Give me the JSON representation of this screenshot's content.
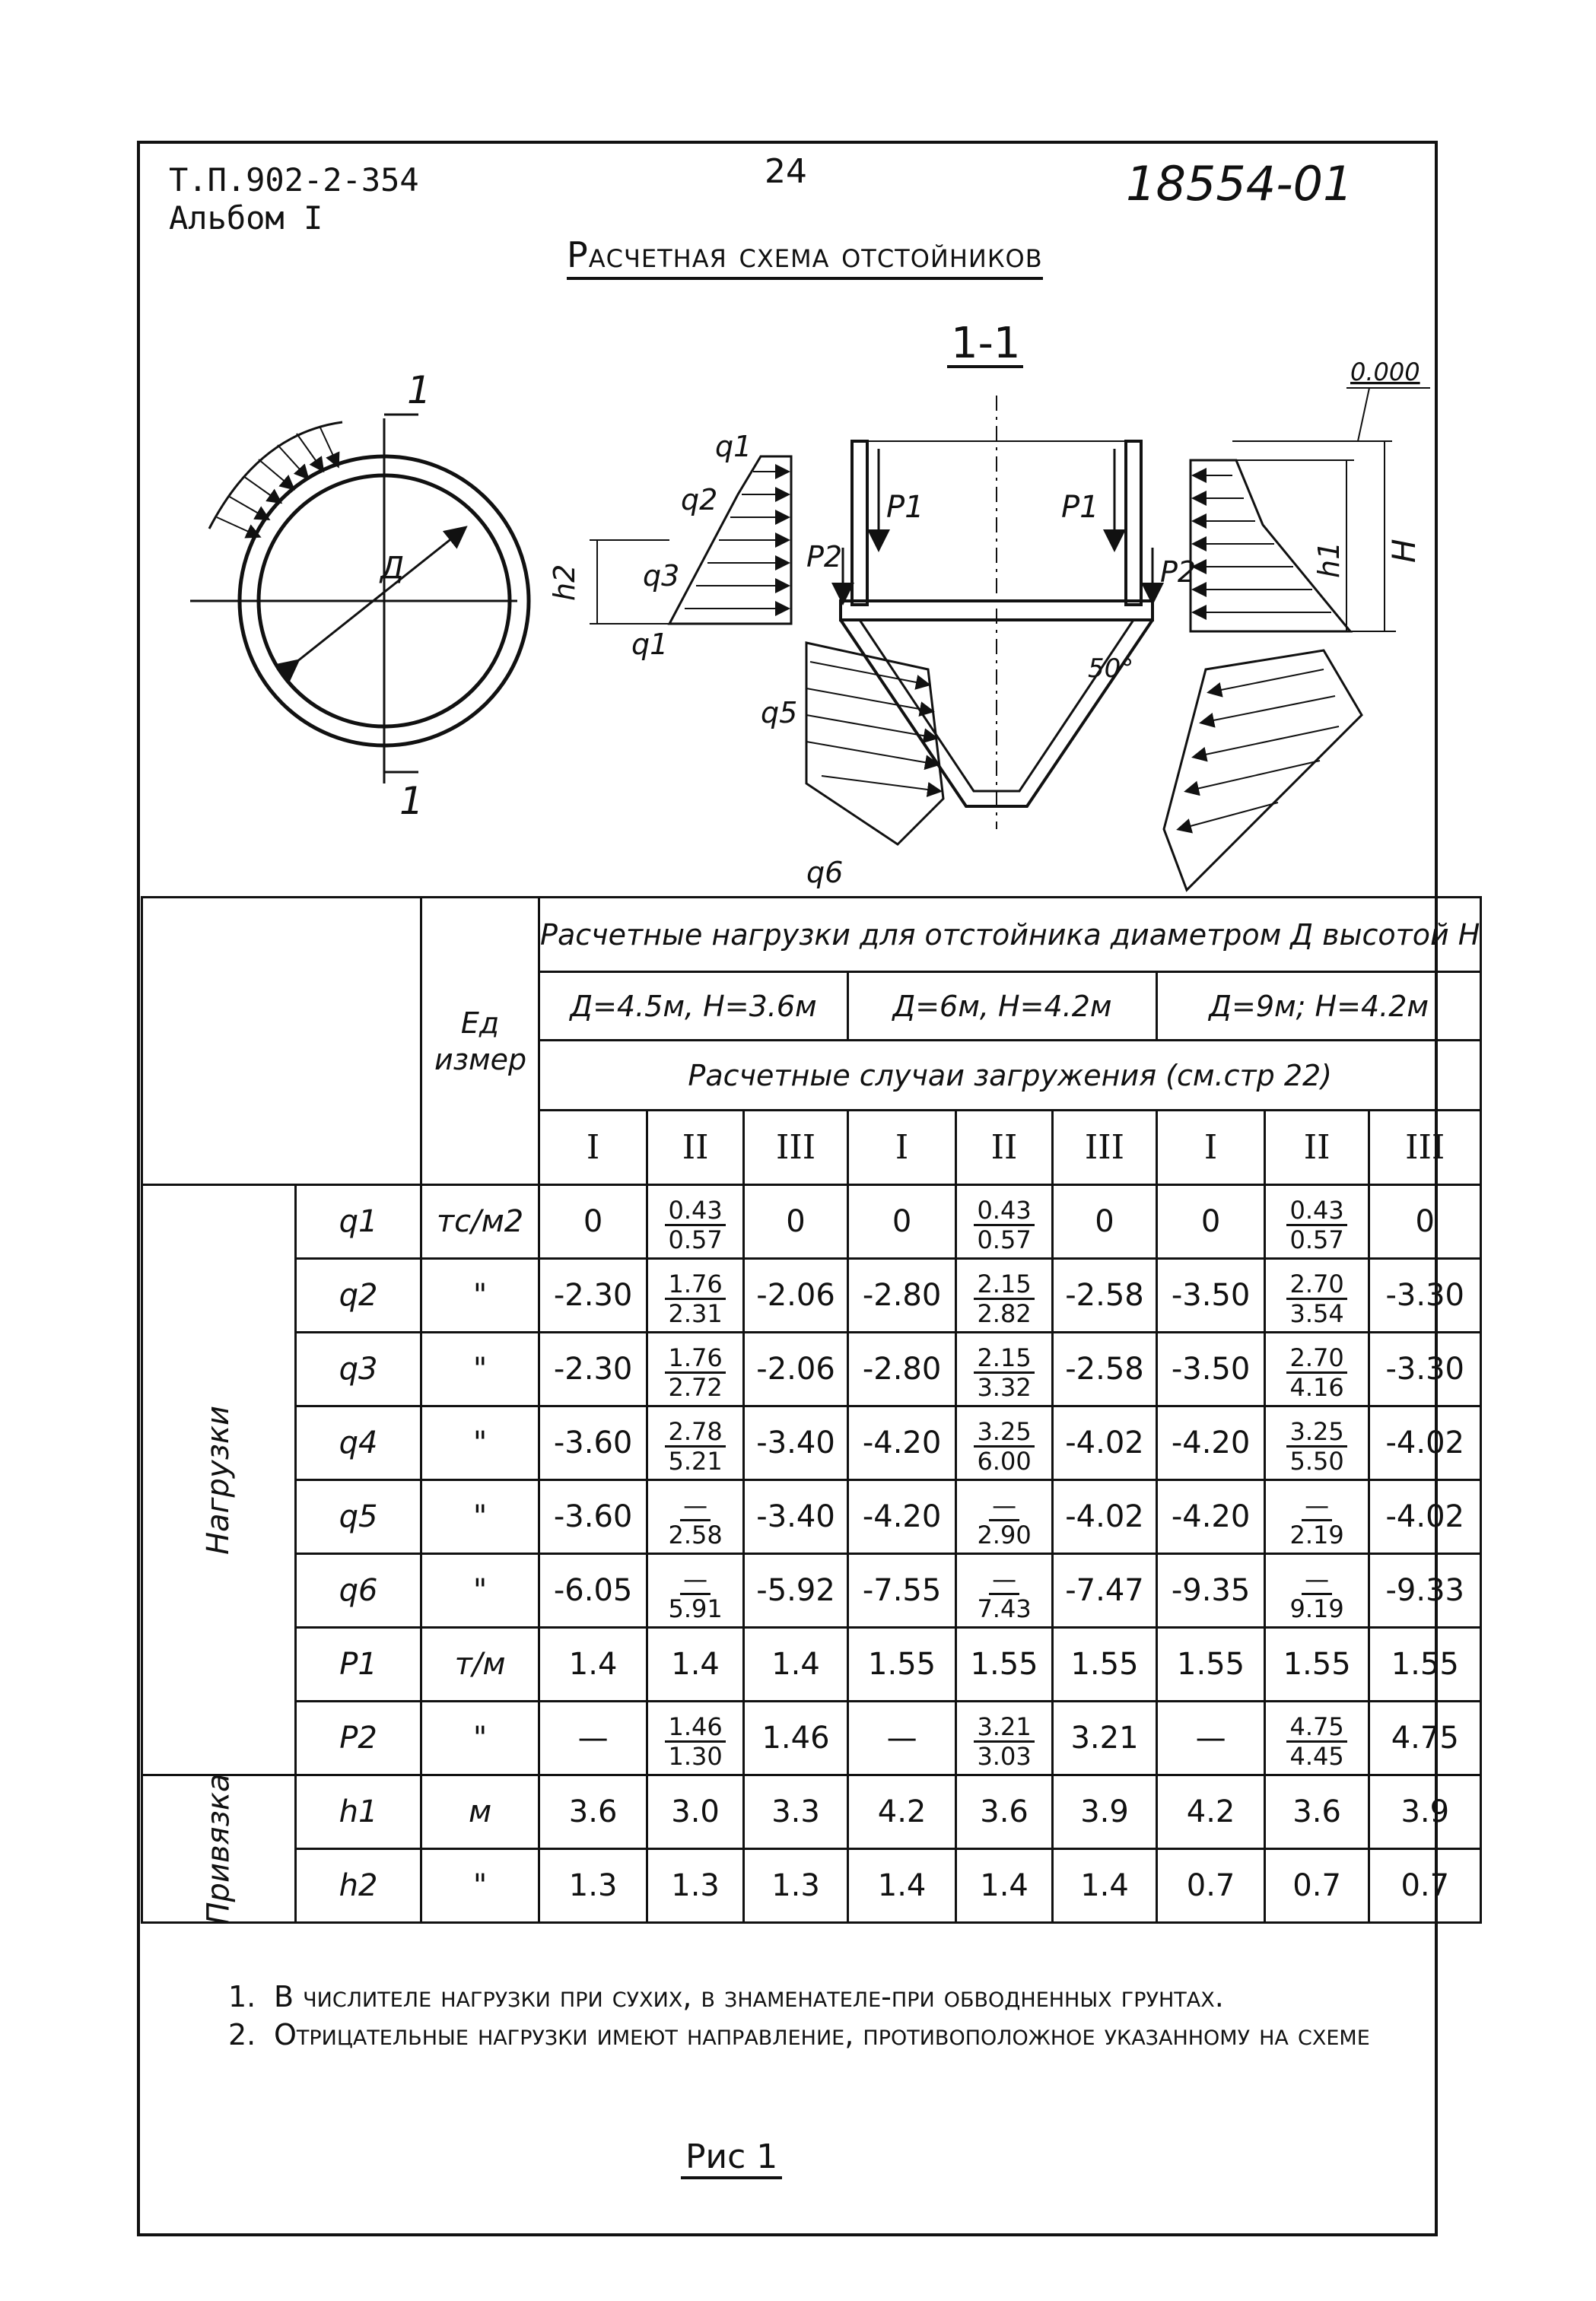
{
  "header": {
    "doc_code": "Т.П.902-2-354",
    "album": "Альбом I",
    "page_number": "24",
    "inventory_number": "18554-01"
  },
  "title": "Расчетная схема отстойников",
  "diagram": {
    "section_label": "1-1",
    "section_mark": "1",
    "diameter_label": "Д",
    "level_label": "0.000",
    "angle_label": "50°",
    "labels": {
      "q1": "q1",
      "q2": "q2",
      "q3": "q3",
      "q5": "q5",
      "q6": "q6",
      "p1": "P1",
      "p2": "P2",
      "h1": "h1",
      "h2": "h2",
      "H": "H"
    }
  },
  "table": {
    "unit_header": "Ед измер",
    "loads_header": "Расчетные нагрузки для отстойника диаметром Д высотой Н",
    "variants": [
      "Д=4.5м, Н=3.6м",
      "Д=6м, Н=4.2м",
      "Д=9м; Н=4.2м"
    ],
    "cases_header": "Расчетные случаи загружения (см.стр 22)",
    "cases": [
      "I",
      "II",
      "III",
      "I",
      "II",
      "III",
      "I",
      "II",
      "III"
    ],
    "group_loads": "Нагрузки",
    "group_binding": "Привязка",
    "rows": [
      {
        "label": "q1",
        "unit": "тс/м2",
        "values": [
          "0",
          {
            "num": "0.43",
            "den": "0.57"
          },
          "0",
          "0",
          {
            "num": "0.43",
            "den": "0.57"
          },
          "0",
          "0",
          {
            "num": "0.43",
            "den": "0.57"
          },
          "0"
        ]
      },
      {
        "label": "q2",
        "unit": "\"",
        "values": [
          "-2.30",
          {
            "num": "1.76",
            "den": "2.31"
          },
          "-2.06",
          "-2.80",
          {
            "num": "2.15",
            "den": "2.82"
          },
          "-2.58",
          "-3.50",
          {
            "num": "2.70",
            "den": "3.54"
          },
          "-3.30"
        ]
      },
      {
        "label": "q3",
        "unit": "\"",
        "values": [
          "-2.30",
          {
            "num": "1.76",
            "den": "2.72"
          },
          "-2.06",
          "-2.80",
          {
            "num": "2.15",
            "den": "3.32"
          },
          "-2.58",
          "-3.50",
          {
            "num": "2.70",
            "den": "4.16"
          },
          "-3.30"
        ]
      },
      {
        "label": "q4",
        "unit": "\"",
        "values": [
          "-3.60",
          {
            "num": "2.78",
            "den": "5.21"
          },
          "-3.40",
          "-4.20",
          {
            "num": "3.25",
            "den": "6.00"
          },
          "-4.02",
          "-4.20",
          {
            "num": "3.25",
            "den": "5.50"
          },
          "-4.02"
        ]
      },
      {
        "label": "q5",
        "unit": "\"",
        "values": [
          "-3.60",
          {
            "num": "—",
            "den": "2.58"
          },
          "-3.40",
          "-4.20",
          {
            "num": "—",
            "den": "2.90"
          },
          "-4.02",
          "-4.20",
          {
            "num": "—",
            "den": "2.19"
          },
          "-4.02"
        ]
      },
      {
        "label": "q6",
        "unit": "\"",
        "values": [
          "-6.05",
          {
            "num": "—",
            "den": "5.91"
          },
          "-5.92",
          "-7.55",
          {
            "num": "—",
            "den": "7.43"
          },
          "-7.47",
          "-9.35",
          {
            "num": "—",
            "den": "9.19"
          },
          "-9.33"
        ]
      },
      {
        "label": "P1",
        "unit": "т/м",
        "values": [
          "1.4",
          "1.4",
          "1.4",
          "1.55",
          "1.55",
          "1.55",
          "1.55",
          "1.55",
          "1.55"
        ]
      },
      {
        "label": "P2",
        "unit": "\"",
        "values": [
          "—",
          {
            "num": "1.46",
            "den": "1.30"
          },
          "1.46",
          "—",
          {
            "num": "3.21",
            "den": "3.03"
          },
          "3.21",
          "—",
          {
            "num": "4.75",
            "den": "4.45"
          },
          "4.75"
        ]
      }
    ],
    "binding_rows": [
      {
        "label": "h1",
        "unit": "м",
        "values": [
          "3.6",
          "3.0",
          "3.3",
          "4.2",
          "3.6",
          "3.9",
          "4.2",
          "3.6",
          "3.9"
        ]
      },
      {
        "label": "h2",
        "unit": "\"",
        "values": [
          "1.3",
          "1.3",
          "1.3",
          "1.4",
          "1.4",
          "1.4",
          "0.7",
          "0.7",
          "0.7"
        ]
      }
    ]
  },
  "notes": [
    {
      "num": "1.",
      "text": "В числителе нагрузки при сухих, в знаменателе-при обводненных грунтах."
    },
    {
      "num": "2.",
      "text": "Отрицательные нагрузки имеют направление, противоположное указанному на схеме"
    }
  ],
  "figure_label": "Рис 1"
}
